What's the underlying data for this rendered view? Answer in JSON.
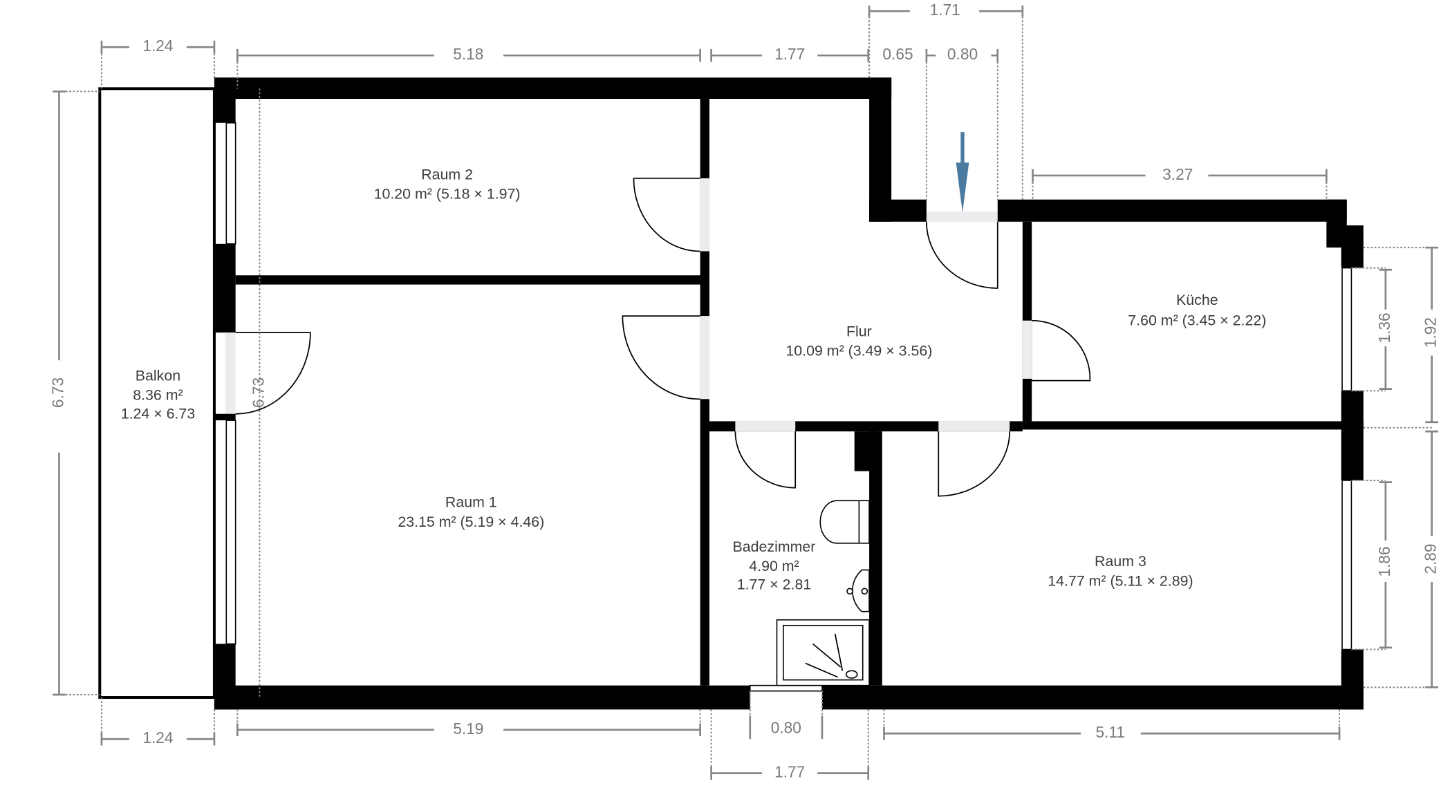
{
  "rooms": {
    "raum2": {
      "name": "Raum 2",
      "area": "10.20 m² (5.18 × 1.97)"
    },
    "raum1": {
      "name": "Raum 1",
      "area": "23.15 m² (5.19 × 4.46)"
    },
    "balkon": {
      "name": "Balkon",
      "area": "8.36 m²",
      "dims": "1.24 × 6.73"
    },
    "flur": {
      "name": "Flur",
      "area": "10.09 m² (3.49 × 3.56)"
    },
    "kueche": {
      "name": "Küche",
      "area": "7.60 m² (3.45 × 2.22)"
    },
    "bad": {
      "name": "Badezimmer",
      "area": "4.90 m²",
      "dims": "1.77 × 2.81"
    },
    "raum3": {
      "name": "Raum 3",
      "area": "14.77 m² (5.11 × 2.89)"
    }
  },
  "dimensions": {
    "balkon_top": "1.24",
    "raum2_top": "5.18",
    "flur_top": "1.77",
    "entry_total": "1.71",
    "entry_offset": "0.65",
    "entry_door": "0.80",
    "kueche_top": "3.27",
    "balkon_left": "6.73",
    "raum1_left": "6.73",
    "kueche_window": "1.36",
    "kueche_right": "1.92",
    "raum3_window": "1.86",
    "raum3_right": "2.89",
    "balkon_bottom": "1.24",
    "raum1_bottom": "5.19",
    "bad_window": "0.80",
    "bad_bottom": "1.77",
    "raum3_bottom": "5.11"
  },
  "colors": {
    "entrance_arrow": "#4a7aa0",
    "wall": "#000000",
    "dimension": "#858585"
  }
}
